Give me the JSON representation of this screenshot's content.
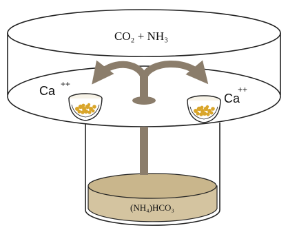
{
  "labels": {
    "gas": "CO₂ + NH₃",
    "ion_left": "Ca",
    "ion_left_charge": "++",
    "ion_right": "Ca",
    "ion_right_charge": "++",
    "reservoir": "(NH₄)HCO₃"
  },
  "colors": {
    "outline": "#222222",
    "vapor_arrow": "#8b7d6b",
    "solution": "#d4c4a0",
    "crystals": "#d9a52a"
  }
}
